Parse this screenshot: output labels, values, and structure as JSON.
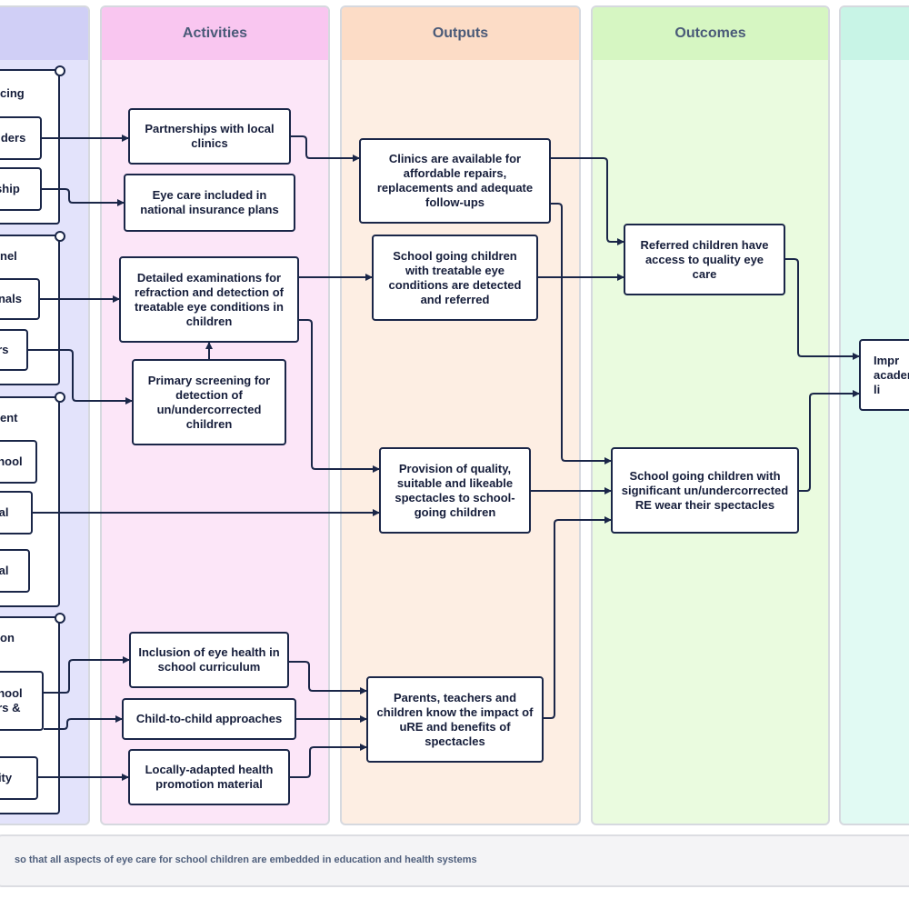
{
  "columns": {
    "activities": "Activities",
    "outputs": "Outputs",
    "outcomes": "Outcomes"
  },
  "colors": {
    "inputs_bg": "#e3e3fb",
    "activities_bg": "#fce6f8",
    "outputs_bg": "#fdeee3",
    "outcomes_bg": "#eafbdf",
    "impact_bg": "#e1faf3",
    "box_border": "#1a2648"
  },
  "inputs": {
    "g1_title": "cing",
    "g1_item1": "viders",
    "g1_item2": "rship",
    "g2_title": "nel",
    "g2_item1": "onals",
    "g2_item2": "ers",
    "g3_title": "ent",
    "g3_item1": "chool",
    "g3_item2": "rial",
    "g3_item3": "rial",
    "g4_title": "on",
    "g4_item1": "chool\ners &",
    "g4_item2": "nity"
  },
  "activities": {
    "a1": "Partnerships with local clinics",
    "a2": "Eye care included in national insurance plans",
    "a3": "Detailed examinations for refraction and detection of treatable eye conditions in children",
    "a4": "Primary screening for detection of un/undercorrected children",
    "a5": "Inclusion of eye health in school curriculum",
    "a6": "Child-to-child approaches",
    "a7": "Locally-adapted health promotion material"
  },
  "outputs": {
    "o1": "Clinics are available for affordable repairs, replacements and adequate follow-ups",
    "o2": "School going children with treatable eye conditions are detected and referred",
    "o3": "Provision of quality, suitable and likeable spectacles to school-going children",
    "o4": "Parents, teachers and children know the impact of uRE and benefits of spectacles"
  },
  "outcomes": {
    "oc1": "Referred children have access to quality eye care",
    "oc2": "School going children with significant un/undercorrected RE wear their spectacles"
  },
  "impact": {
    "i1": "Impr\nacader\nli"
  },
  "footer": "so that all aspects of eye care for school children are embedded in education and health systems"
}
